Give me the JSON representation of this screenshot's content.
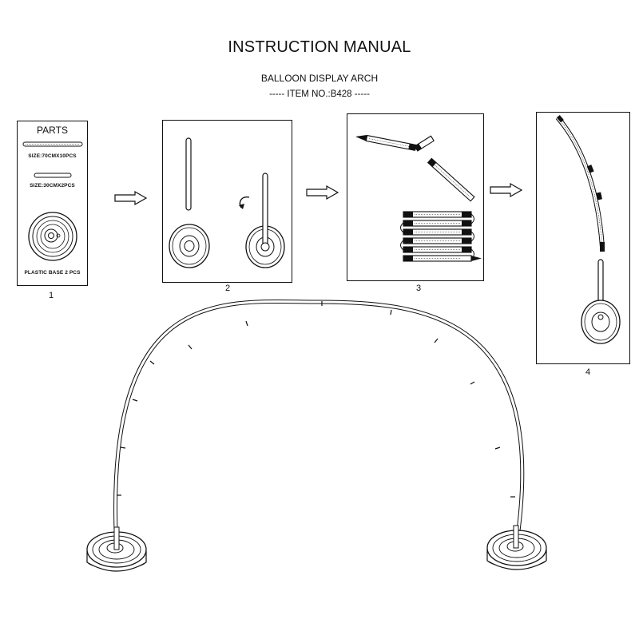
{
  "header": {
    "title": "INSTRUCTION MANUAL",
    "subtitle": "BALLOON DISPLAY ARCH",
    "item_no": "----- ITEM NO.:B428 -----"
  },
  "parts_panel": {
    "title": "PARTS",
    "tube_long_size": "SIZE:70CMX10PCS",
    "tube_short_size": "SIZE:30CMX2PCS",
    "base_label": "PLASTIC BASE 2 PCS"
  },
  "steps": [
    "1",
    "2",
    "3",
    "4"
  ],
  "icons": {
    "arrow": "right-arrow-icon",
    "rotate": "rotate-arrow-icon"
  }
}
